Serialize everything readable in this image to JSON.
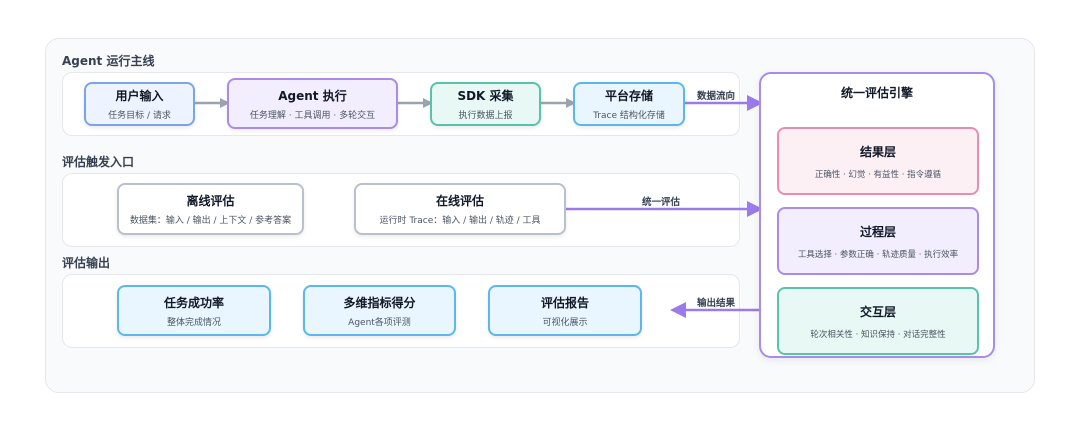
{
  "sections": {
    "main": "Agent 运行主线",
    "trigger": "评估触发入口",
    "output": "评估输出"
  },
  "pipeline": [
    {
      "title": "用户输入",
      "subtitle": "任务目标 / 请求"
    },
    {
      "title": "Agent 执行",
      "subtitle": "任务理解 · 工具调用 · 多轮交互"
    },
    {
      "title": "SDK 采集",
      "subtitle": "执行数据上报"
    },
    {
      "title": "平台存储",
      "subtitle": "Trace 结构化存储"
    }
  ],
  "triggers": [
    {
      "title": "离线评估",
      "subtitle": "数据集：输入 / 输出 / 上下文 / 参考答案"
    },
    {
      "title": "在线评估",
      "subtitle": "运行时 Trace：输入 / 输出 / 轨迹 / 工具"
    }
  ],
  "outputs": [
    {
      "title": "任务成功率",
      "subtitle": "整体完成情况"
    },
    {
      "title": "多维指标得分",
      "subtitle": "Agent各项评测"
    },
    {
      "title": "评估报告",
      "subtitle": "可视化展示"
    }
  ],
  "engine": {
    "title": "统一评估引擎",
    "layers": [
      {
        "title": "结果层",
        "subtitle": "正确性 · 幻觉 · 有益性 · 指令遵循"
      },
      {
        "title": "过程层",
        "subtitle": "工具选择 · 参数正确 · 轨迹质量 · 执行效率"
      },
      {
        "title": "交互层",
        "subtitle": "轮次相关性 · 知识保持 · 对话完整性"
      }
    ]
  },
  "edges": {
    "data_flow": "数据流向",
    "unified_eval": "统一评估",
    "output_result": "输出结果"
  },
  "colors": {
    "arrow_gray": "#9ca3af",
    "arrow_purple": "#9b7bea"
  }
}
